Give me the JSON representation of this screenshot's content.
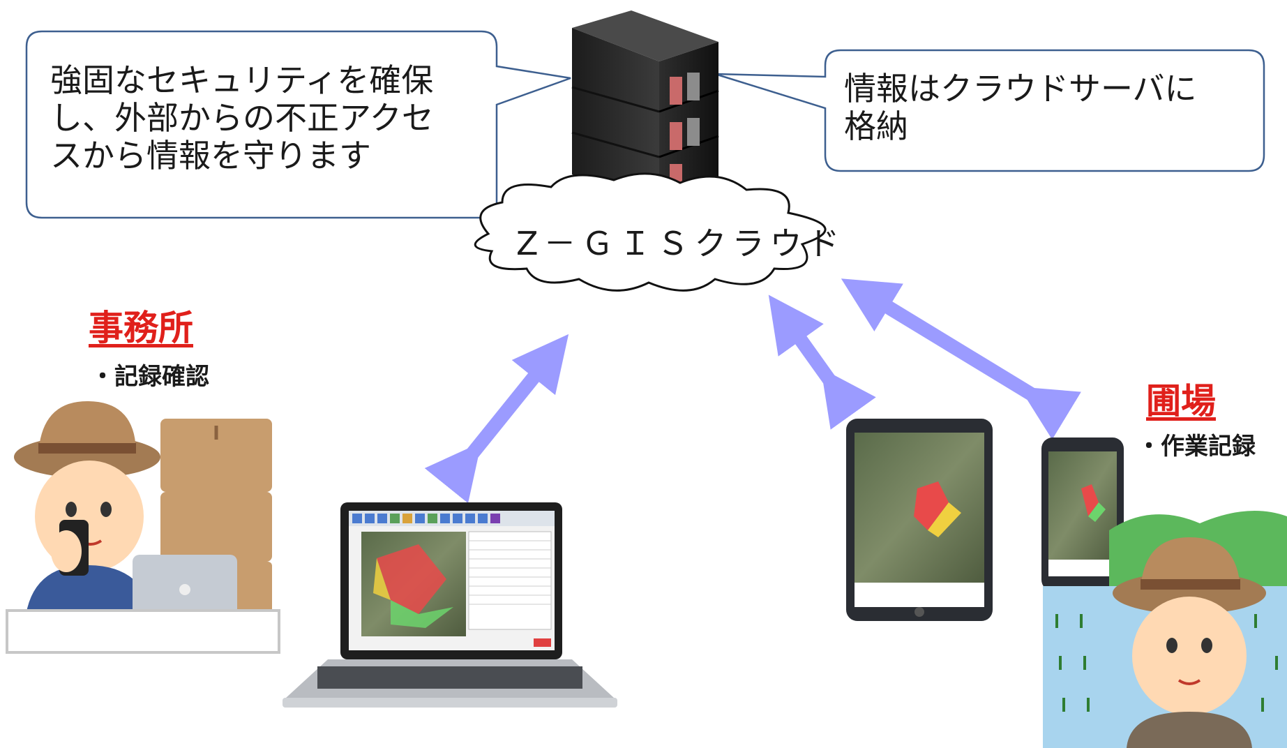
{
  "callouts": {
    "security": [
      "強固なセキュリティを確保",
      "し、外部からの不正アクセ",
      "スから情報を守ります"
    ],
    "storage": [
      "情報はクラウドサーバに",
      "格納"
    ]
  },
  "cloud": {
    "label": "Z－ＧＩＳクラウド"
  },
  "office": {
    "title": "事務所",
    "bullet": "・記録確認"
  },
  "field": {
    "title": "圃場",
    "bullet": "・作業記録"
  },
  "colors": {
    "arrow": "#9b9bff",
    "title_red": "#e0201b",
    "callout_border": "#3d5f8f"
  }
}
